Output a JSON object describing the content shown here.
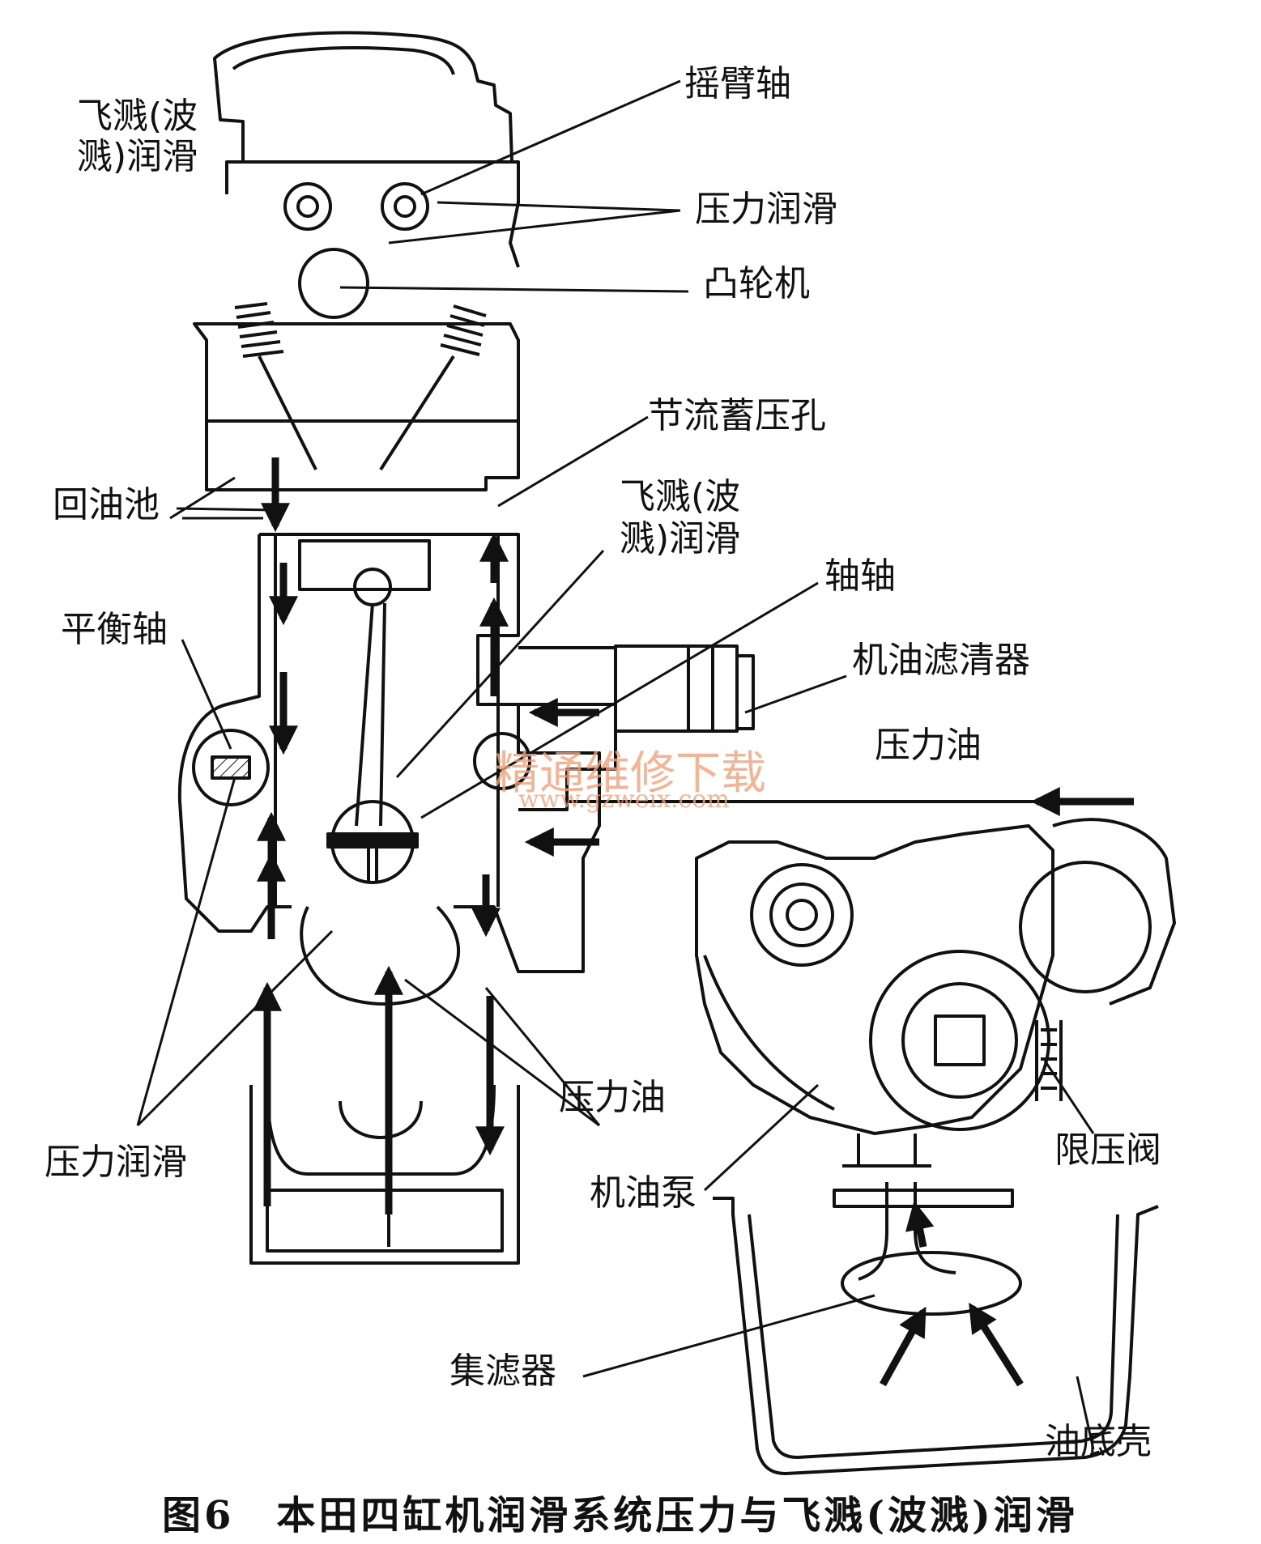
{
  "labels": {
    "splash_top_1": "飞溅(波",
    "splash_top_2": "溅)润滑",
    "rocker_shaft": "摇臂轴",
    "pressure_lube_top": "压力润滑",
    "camshaft": "凸轮机",
    "throttle_hole": "节流蓄压孔",
    "return_pool": "回油池",
    "splash_mid_1": "飞溅(波",
    "splash_mid_2": "溅)润滑",
    "shaft": "轴轴",
    "balance_shaft": "平衡轴",
    "oil_filter": "机油滤清器",
    "pressure_oil_right": "压力油",
    "pressure_oil_bottom": "压力油",
    "pressure_lube_left": "压力润滑",
    "oil_pump": "机油泵",
    "relief_valve": "限压阀",
    "strainer": "集滤器",
    "oil_pan": "油底壳"
  },
  "caption": "图6　本田四缸机润滑系统压力与飞溅(波溅)润滑",
  "watermark": {
    "text": "精通维修下载",
    "url": "www.gzweix.com"
  },
  "colors": {
    "ink": "#111111",
    "watermark": "#f0a27a"
  }
}
